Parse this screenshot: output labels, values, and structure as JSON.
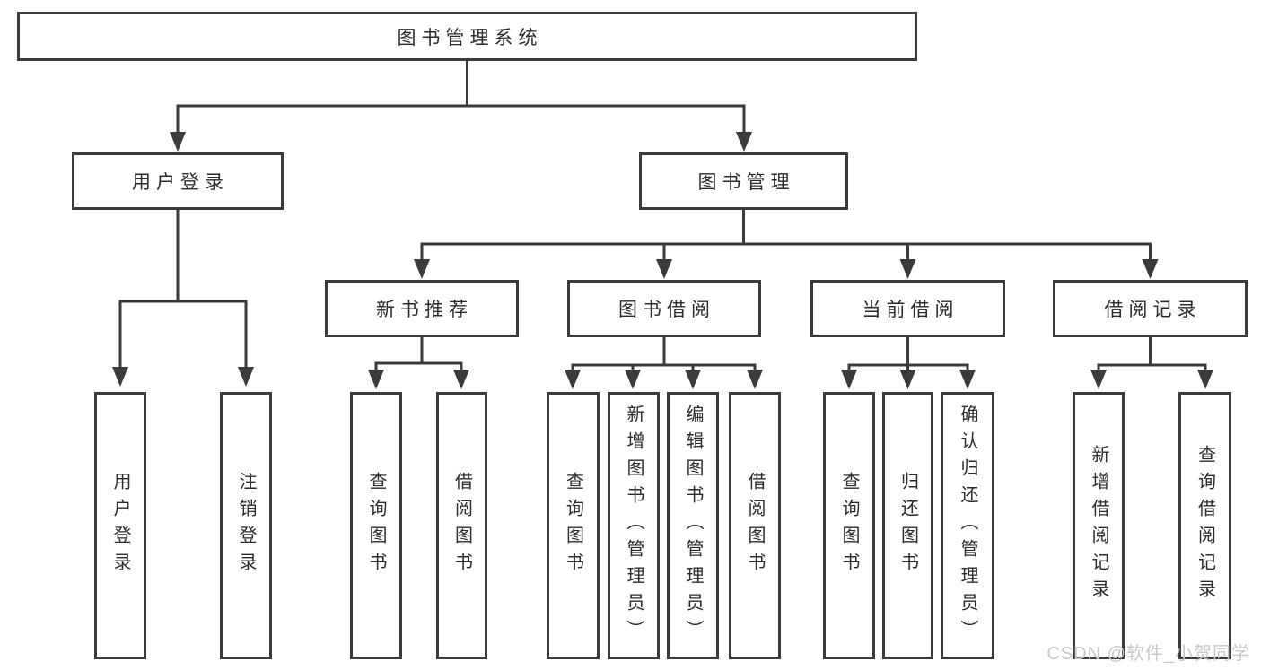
{
  "root": {
    "label": "图书管理系统"
  },
  "branches": [
    {
      "label": "用户登录"
    },
    {
      "label": "图书管理"
    }
  ],
  "sections": [
    {
      "label": "新书推荐"
    },
    {
      "label": "图书借阅"
    },
    {
      "label": "当前借阅"
    },
    {
      "label": "借阅记录"
    }
  ],
  "leaves": [
    {
      "label": "用户登录"
    },
    {
      "label": "注销登录"
    },
    {
      "label": "查询图书"
    },
    {
      "label": "借阅图书"
    },
    {
      "label": "查询图书"
    },
    {
      "label": "新增图书（管理员）"
    },
    {
      "label": "编辑图书（管理员）"
    },
    {
      "label": "借阅图书"
    },
    {
      "label": "查询图书"
    },
    {
      "label": "归还图书"
    },
    {
      "label": "确认归还（管理员）"
    },
    {
      "label": "新增借阅记录"
    },
    {
      "label": "查询借阅记录"
    }
  ],
  "watermark": "CSDN @软件_小贺同学",
  "colors": {
    "line": "#3b3b3b",
    "text": "#2b2b2b",
    "watermark": "#c8c8c8",
    "background": "#ffffff"
  }
}
